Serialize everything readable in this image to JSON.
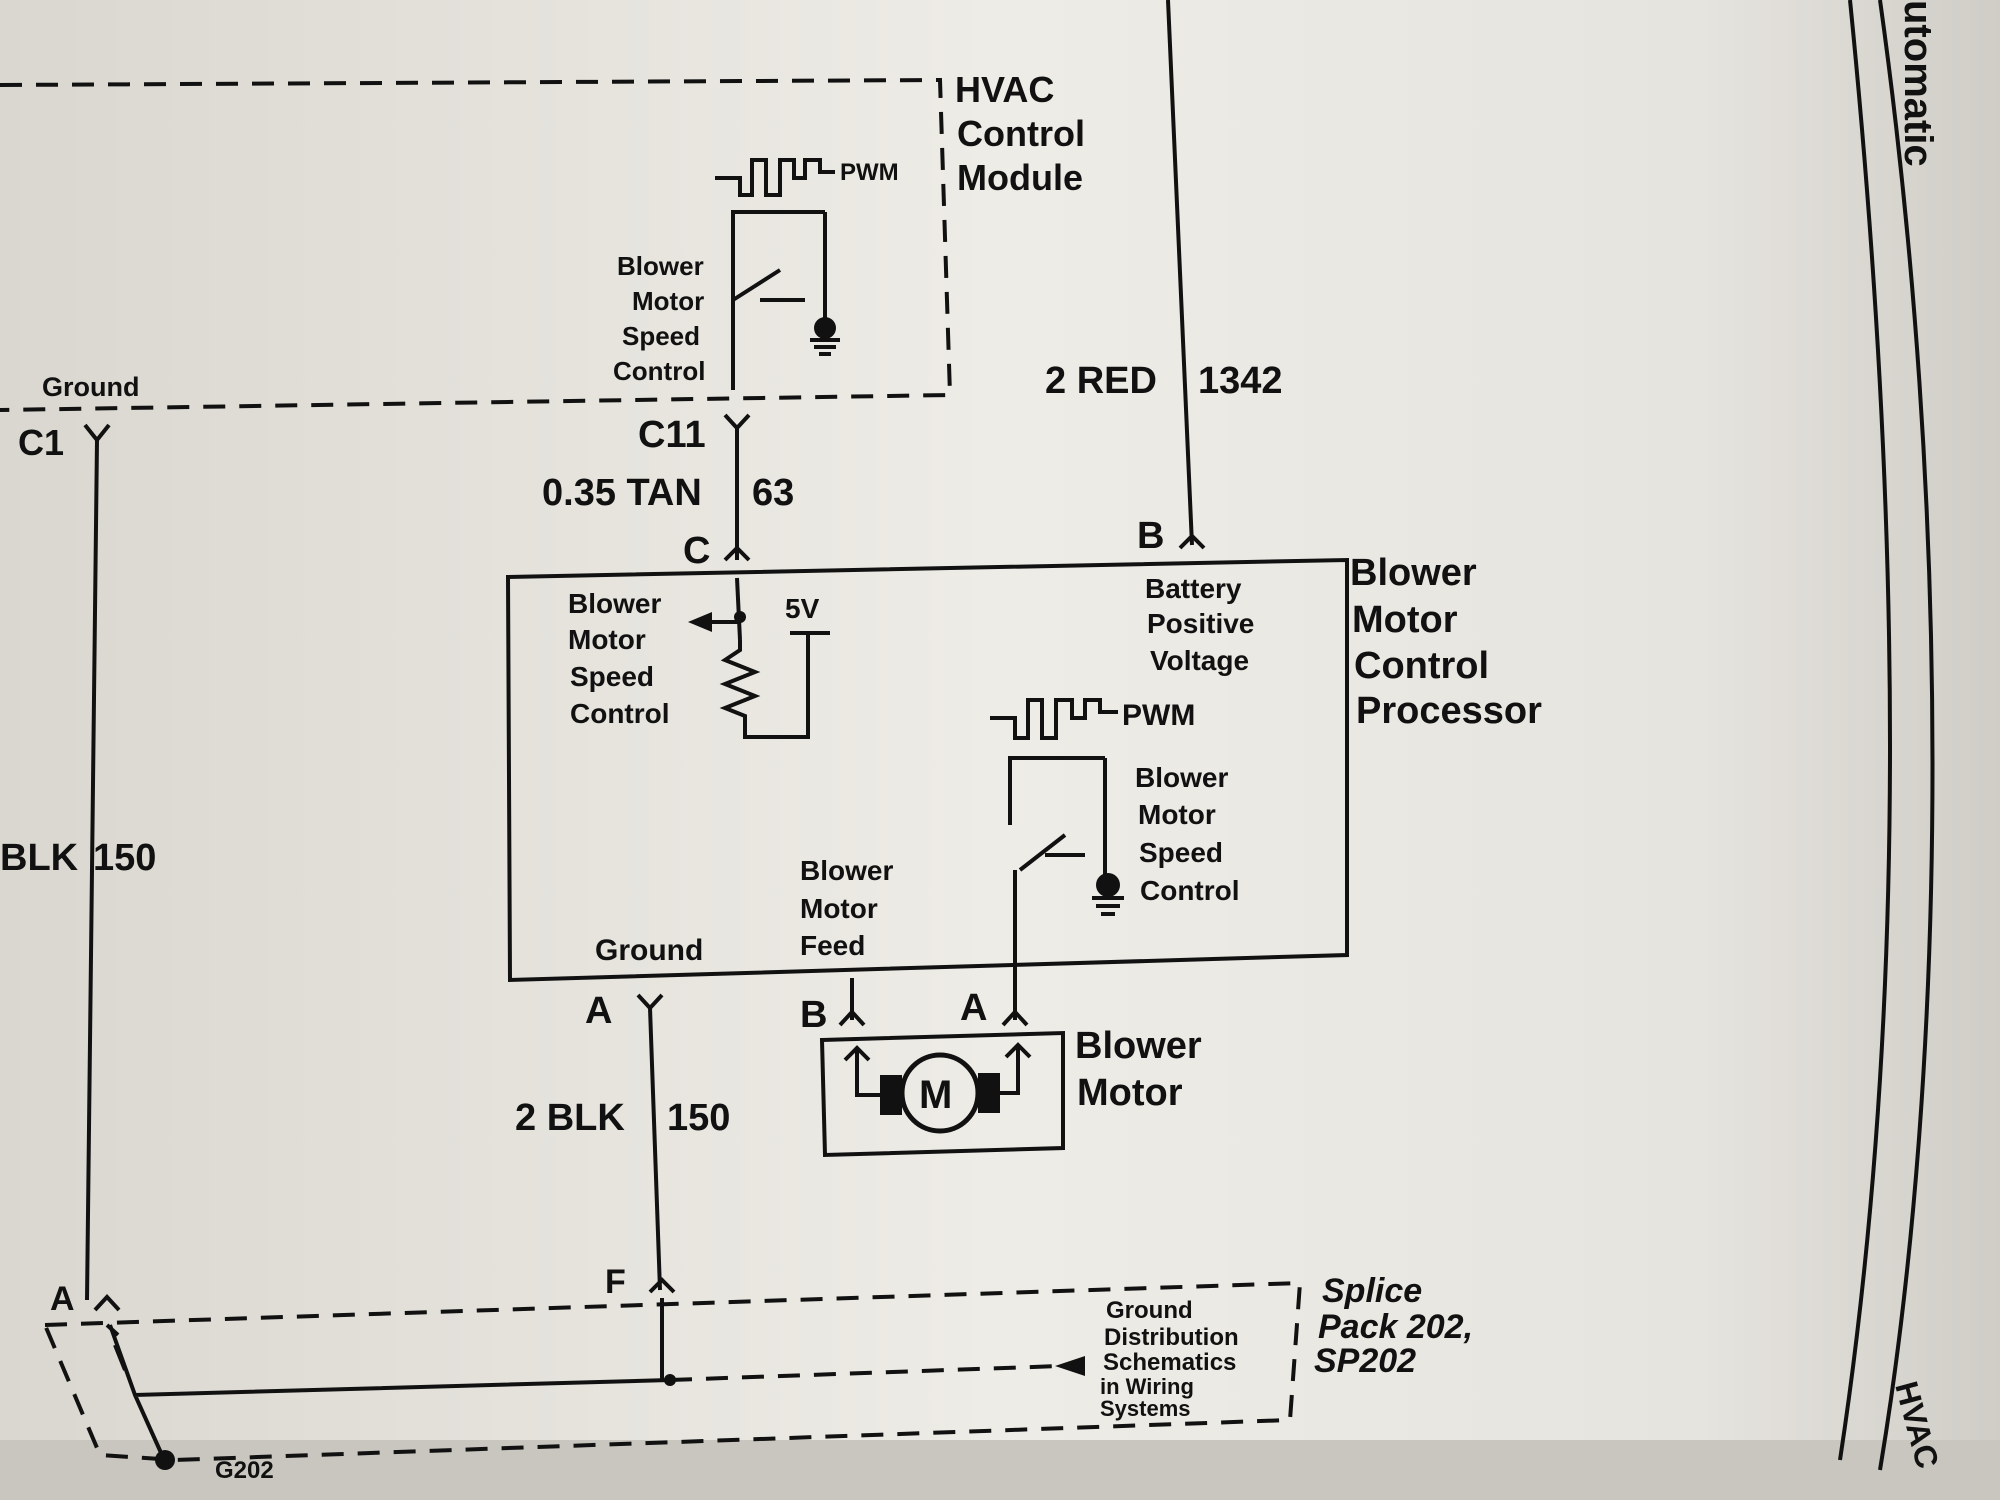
{
  "module": {
    "line1": "HVAC",
    "line2": "Control",
    "line3": "Module",
    "pwm": "PWM",
    "blower_speed": [
      "Blower",
      "Motor",
      "Speed",
      "Control"
    ]
  },
  "ground_top": {
    "label": "Ground",
    "connector": "C1"
  },
  "wires": {
    "tan": {
      "connector": "C11",
      "gauge_color": "0.35 TAN",
      "circuit": "63",
      "pin": "C"
    },
    "red": {
      "gauge_color": "2 RED",
      "circuit": "1342",
      "pin": "B"
    },
    "blk_left": {
      "gauge_color": "BLK",
      "circuit": "150",
      "pin": "A"
    },
    "blk_mid": {
      "gauge_color": "2 BLK",
      "circuit": "150",
      "pin": "A",
      "splice_pin": "F"
    }
  },
  "processor": {
    "title": [
      "Blower",
      "Motor",
      "Control",
      "Processor"
    ],
    "speed_in": [
      "Blower",
      "Motor",
      "Speed",
      "Control"
    ],
    "five_v": "5V",
    "battery": [
      "Battery",
      "Positive",
      "Voltage"
    ],
    "pwm": "PWM",
    "speed_out": [
      "Blower",
      "Motor",
      "Speed",
      "Control"
    ],
    "ground": "Ground",
    "feed": [
      "Blower",
      "Motor",
      "Feed"
    ],
    "pin_feed": "B",
    "pin_motor": "A"
  },
  "motor": {
    "symbol": "M",
    "label": [
      "Blower",
      "Motor"
    ]
  },
  "splice": {
    "title": [
      "Splice",
      "Pack 202,",
      "SP202"
    ],
    "note": [
      "Ground",
      "Distribution",
      "Schematics",
      "in Wiring",
      "Systems"
    ],
    "ground_id": "G202"
  },
  "margin": {
    "top": "utomatic",
    "bottom": "HVAC"
  }
}
